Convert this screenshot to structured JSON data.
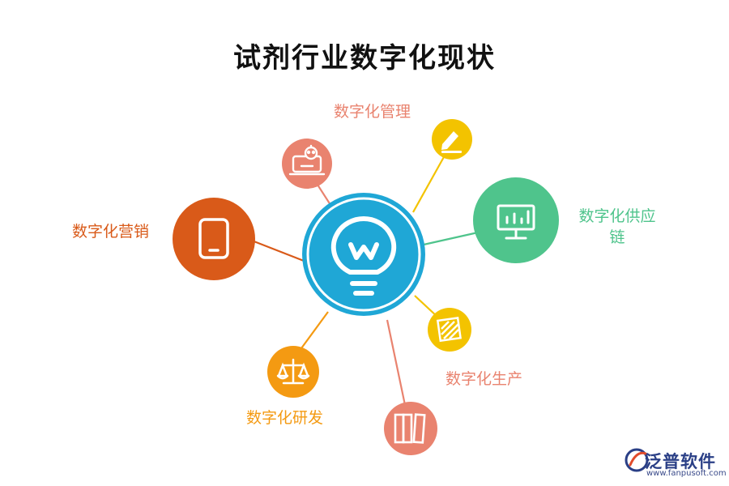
{
  "title": "试剂行业数字化现状",
  "colors": {
    "center": "#1fa7d6",
    "management": "#f3c300",
    "supply_chain": "#4fc48c",
    "production": "#f3c300",
    "rnd": "#f49a12",
    "marketing": "#d95a19",
    "salmon": "#e9836f"
  },
  "center_icon": "lightbulb-icon",
  "nodes": {
    "management": {
      "label": "数字化管理",
      "icon": "pencil-icon",
      "color": "#e9836f"
    },
    "supply_chain": {
      "label_line1": "数字化供应",
      "label_line2": "链",
      "icon": "monitor-chart-icon",
      "color": "#4fc48c"
    },
    "production": {
      "label": "数字化生产",
      "icon": "striped-square-icon",
      "color": "#e9836f"
    },
    "rnd": {
      "label": "数字化研发",
      "icon": "balance-scale-icon",
      "color": "#f49a12"
    },
    "marketing": {
      "label": "数字化营销",
      "icon": "tablet-icon",
      "color": "#d95a19"
    },
    "robot": {
      "icon": "robot-laptop-icon"
    },
    "books": {
      "icon": "books-icon"
    }
  },
  "logo": {
    "brand": "泛普软件",
    "url": "www.fanpusoft.com",
    "icon": "fanpu-logo-icon"
  }
}
